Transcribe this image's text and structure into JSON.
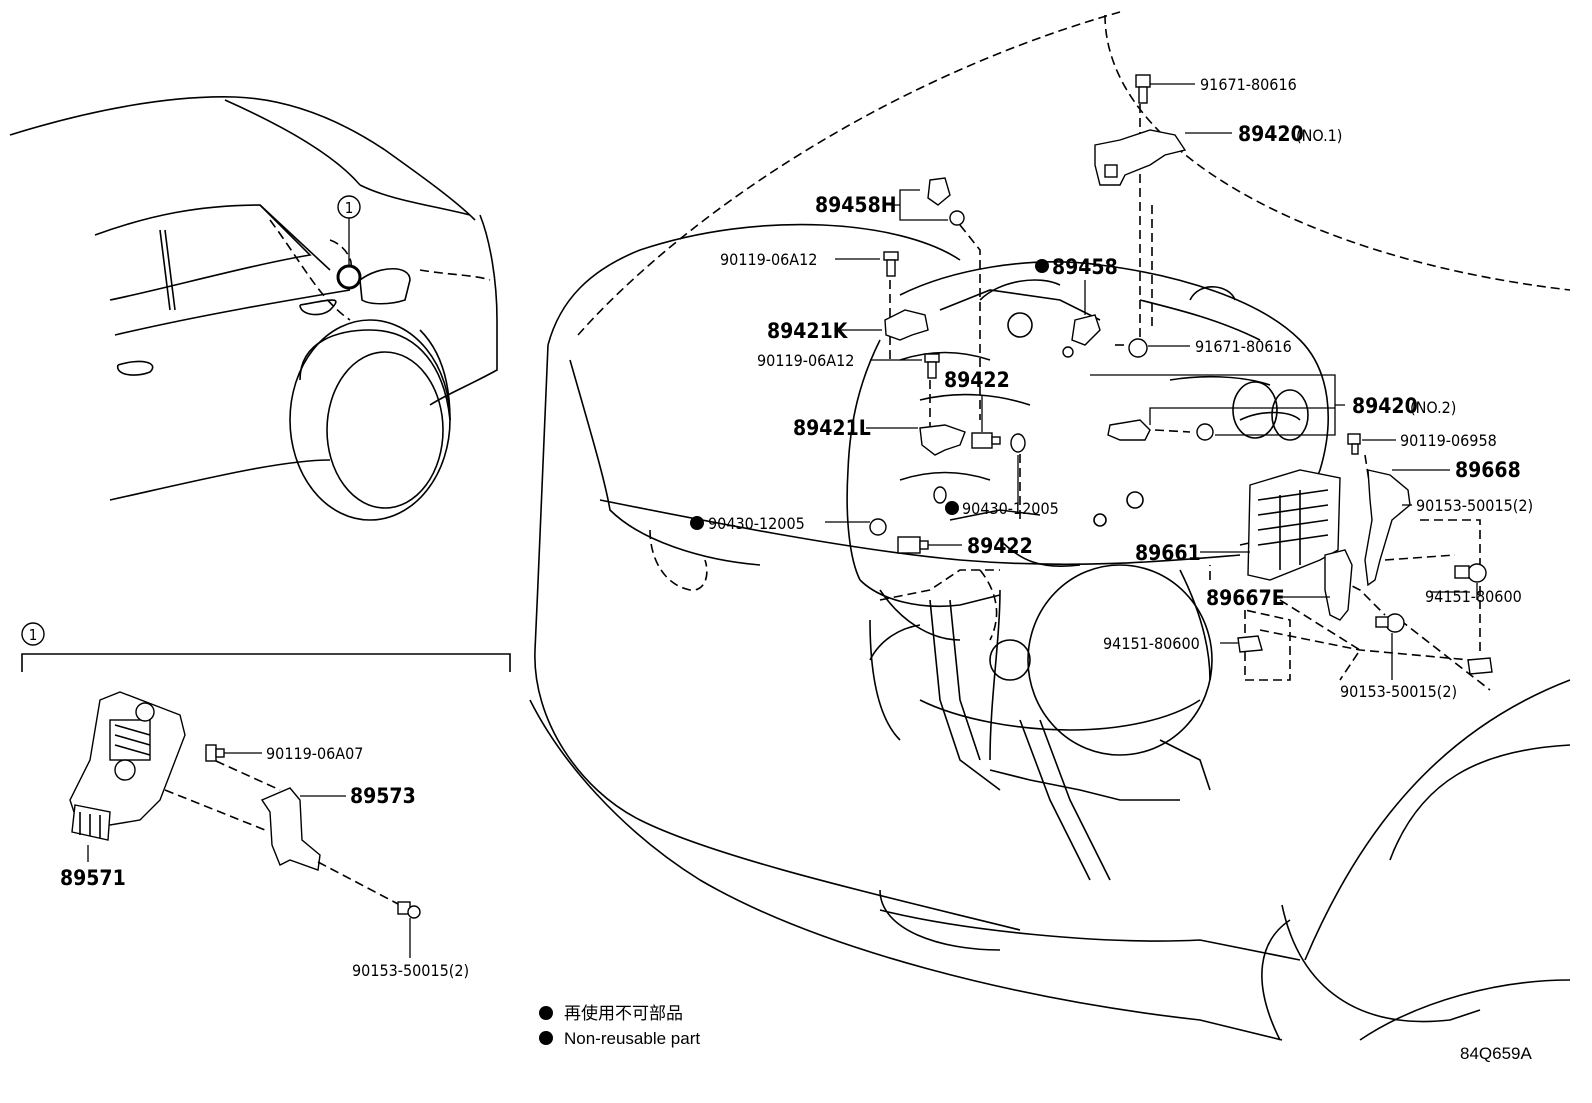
{
  "labels": {
    "p91671_a": "91671-80616",
    "p89420_1": "89420",
    "p89420_1_sub": "(NO.1)",
    "p89458H": "89458H",
    "p90119_06A12_a": "90119-06A12",
    "p89458": "89458",
    "p89421K": "89421K",
    "p91671_b": "91671-80616",
    "p90119_06A12_b": "90119-06A12",
    "p89422_a": "89422",
    "p89420_2": "89420",
    "p89420_2_sub": "(NO.2)",
    "p89421L": "89421L",
    "p90119_06958": "90119-06958",
    "p89668": "89668",
    "p90153_a": "90153-50015(2)",
    "p90430_a": "90430-12005",
    "p90430_b": "90430-12005",
    "p89422_b": "89422",
    "p89661": "89661",
    "p89667E": "89667E",
    "p94151_a": "94151-80600",
    "p94151_b": "94151-80600",
    "p90153_b": "90153-50015(2)",
    "inset_ref": "1",
    "inset_ref_car": "1",
    "p90119_06A07": "90119-06A07",
    "p89573": "89573",
    "p89571": "89571",
    "p90153_c": "90153-50015(2)"
  },
  "legend": {
    "jp": "再使用不可部品",
    "en": "Non-reusable part"
  },
  "diagram_code": "84Q659A"
}
